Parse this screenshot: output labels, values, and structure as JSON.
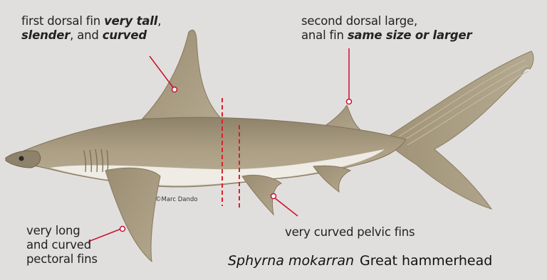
{
  "labels": {
    "first_dorsal": {
      "pre": "first dorsal fin ",
      "b1": "very tall",
      "mid1": ",",
      "b2": "slender",
      "mid2": ", and ",
      "b3": "curved"
    },
    "second_dorsal": {
      "line1": "second dorsal large,",
      "pre": "anal fin ",
      "bold": "same size or larger"
    },
    "pectoral": {
      "line1": "very long",
      "line2": "and curved",
      "line3": "pectoral fins"
    },
    "pelvic": "very curved pelvic fins"
  },
  "caption": {
    "scientific": "Sphyrna mokarran",
    "common": "Great hammerhead"
  },
  "credit": "©Marc Dando",
  "colors": {
    "background": "#e1dfdd",
    "body": "#a39478",
    "belly": "#f1efe9",
    "callout": "#c8102e",
    "guide_dash": "#d8202a"
  }
}
